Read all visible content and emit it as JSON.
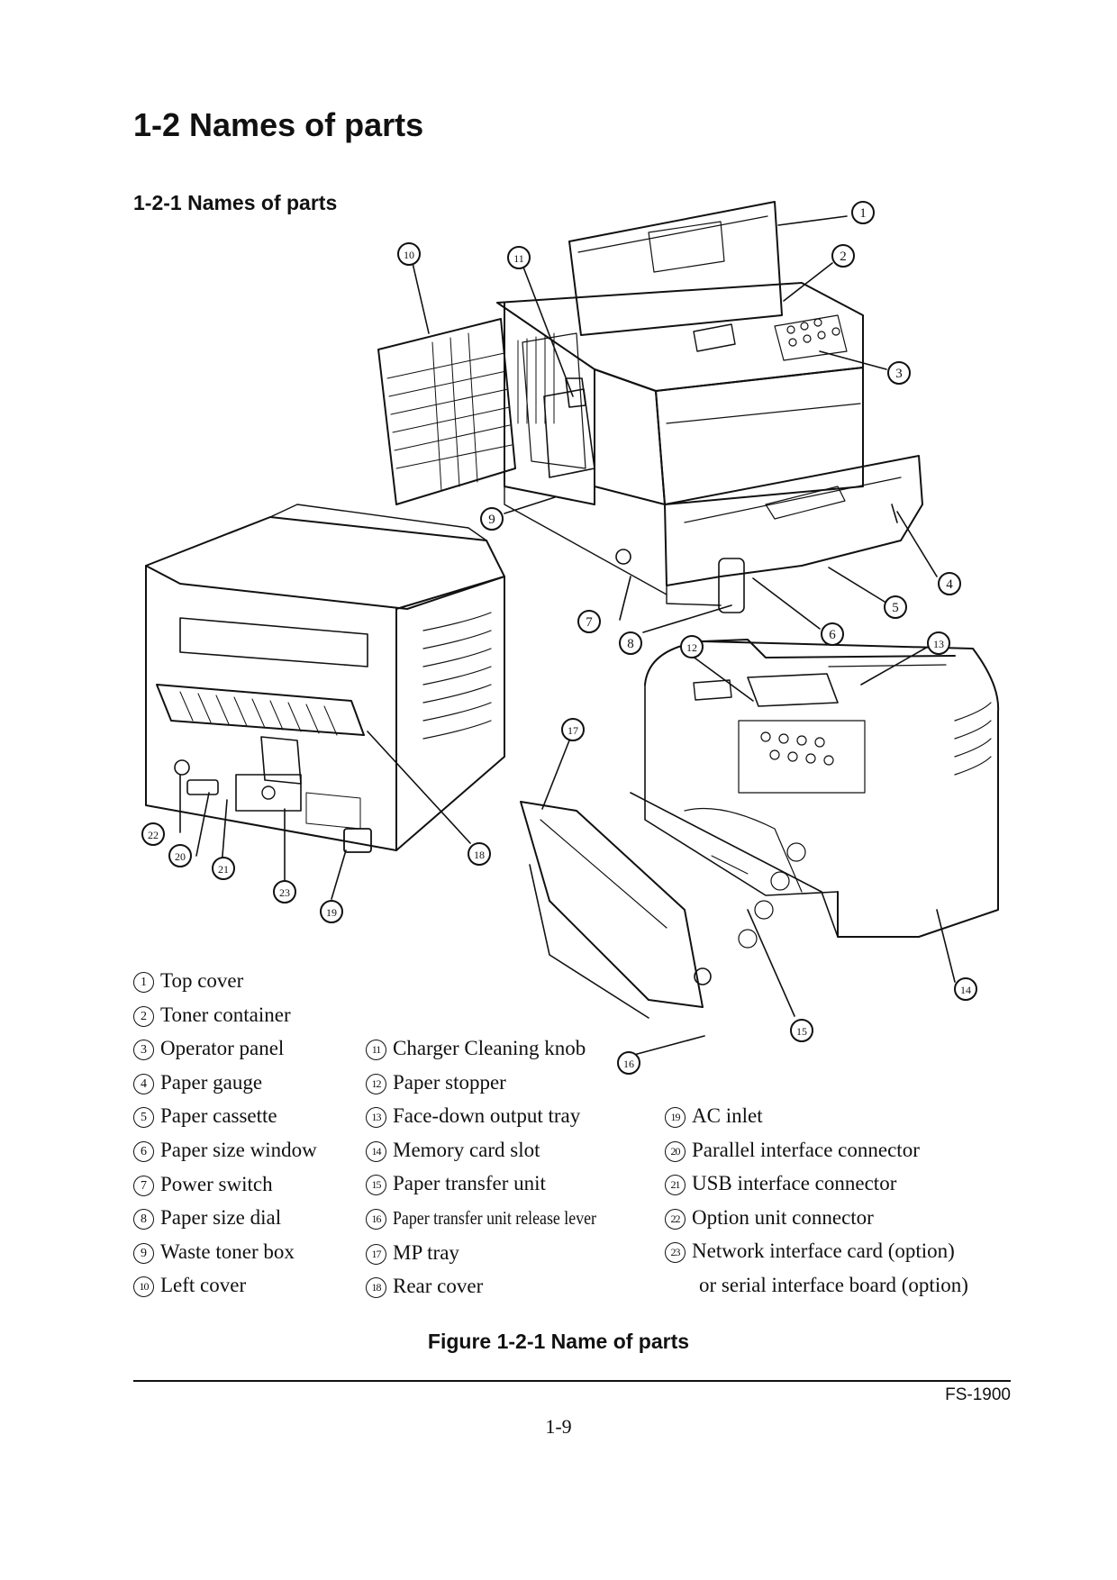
{
  "heading": "1-2 Names of parts",
  "subheading": "1-2-1 Names of parts",
  "callouts": [
    "1",
    "2",
    "3",
    "4",
    "5",
    "6",
    "7",
    "8",
    "9",
    "10",
    "11",
    "12",
    "13",
    "14",
    "15",
    "16",
    "17",
    "18",
    "19",
    "20",
    "21",
    "22",
    "23"
  ],
  "legend_col1": [
    {
      "n": "1",
      "label": "Top cover"
    },
    {
      "n": "2",
      "label": "Toner container"
    },
    {
      "n": "3",
      "label": "Operator panel"
    },
    {
      "n": "4",
      "label": "Paper gauge"
    },
    {
      "n": "5",
      "label": "Paper cassette"
    },
    {
      "n": "6",
      "label": "Paper size window"
    },
    {
      "n": "7",
      "label": "Power switch"
    },
    {
      "n": "8",
      "label": "Paper size dial"
    },
    {
      "n": "9",
      "label": "Waste toner box"
    },
    {
      "n": "10",
      "label": "Left cover"
    }
  ],
  "legend_col2": [
    {
      "n": "11",
      "label": "Charger Cleaning knob"
    },
    {
      "n": "12",
      "label": "Paper stopper"
    },
    {
      "n": "13",
      "label": "Face-down output tray"
    },
    {
      "n": "14",
      "label": "Memory card slot"
    },
    {
      "n": "15",
      "label": "Paper transfer unit"
    },
    {
      "n": "16",
      "label": "Paper transfer unit release lever"
    },
    {
      "n": "17",
      "label": "MP tray"
    },
    {
      "n": "18",
      "label": "Rear cover"
    }
  ],
  "legend_col3": [
    {
      "n": "19",
      "label": "AC inlet"
    },
    {
      "n": "20",
      "label": "Parallel interface connector"
    },
    {
      "n": "21",
      "label": "USB interface connector"
    },
    {
      "n": "22",
      "label": "Option unit connector"
    },
    {
      "n": "23",
      "label": "Network interface card (option)"
    },
    {
      "n": "",
      "label": "or serial interface board (option)"
    }
  ],
  "caption": "Figure 1-2-1 Name of parts",
  "model": "FS-1900",
  "page_number": "1-9"
}
